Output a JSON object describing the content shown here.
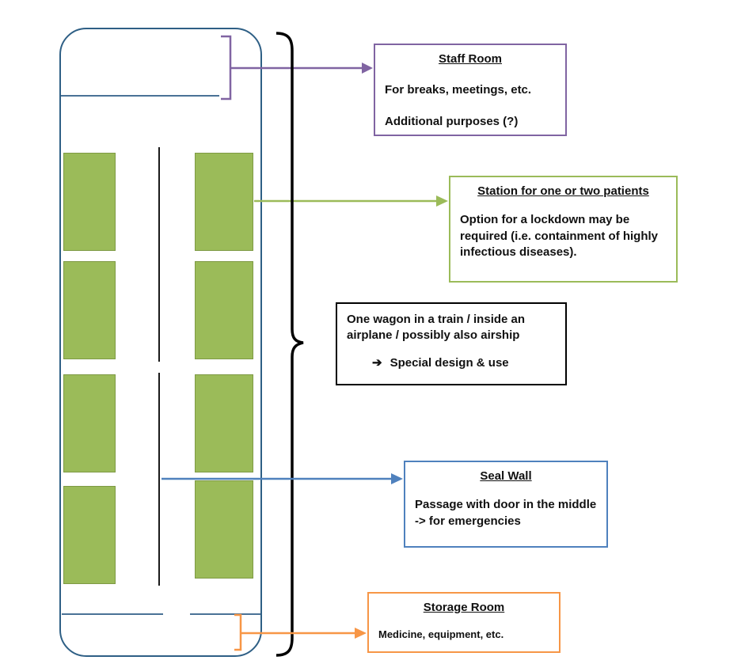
{
  "colors": {
    "wagon_border": "#2e5f85",
    "station_fill": "#9bbb59",
    "station_border": "#7e9a44",
    "purple": "#8064a2",
    "green": "#9bbb59",
    "blue": "#4f81bd",
    "orange": "#f79646",
    "black": "#000000"
  },
  "callouts": {
    "staff_room": {
      "title": "Staff Room",
      "line1": "For breaks, meetings, etc.",
      "line2": "Additional purposes (?)"
    },
    "patient_station": {
      "title": "Station for one or two patients",
      "body": "Option for a lockdown may be required (i.e. containment of highly infectious diseases)."
    },
    "wagon_note": {
      "body": "One wagon in a train / inside an airplane / possibly also airship",
      "bullet": "➔",
      "emphasis": "Special design & use"
    },
    "seal_wall": {
      "title": "Seal Wall",
      "body": "Passage with door in the middle -> for emergencies"
    },
    "storage_room": {
      "title": "Storage Room",
      "body": "Medicine, equipment, etc."
    }
  }
}
